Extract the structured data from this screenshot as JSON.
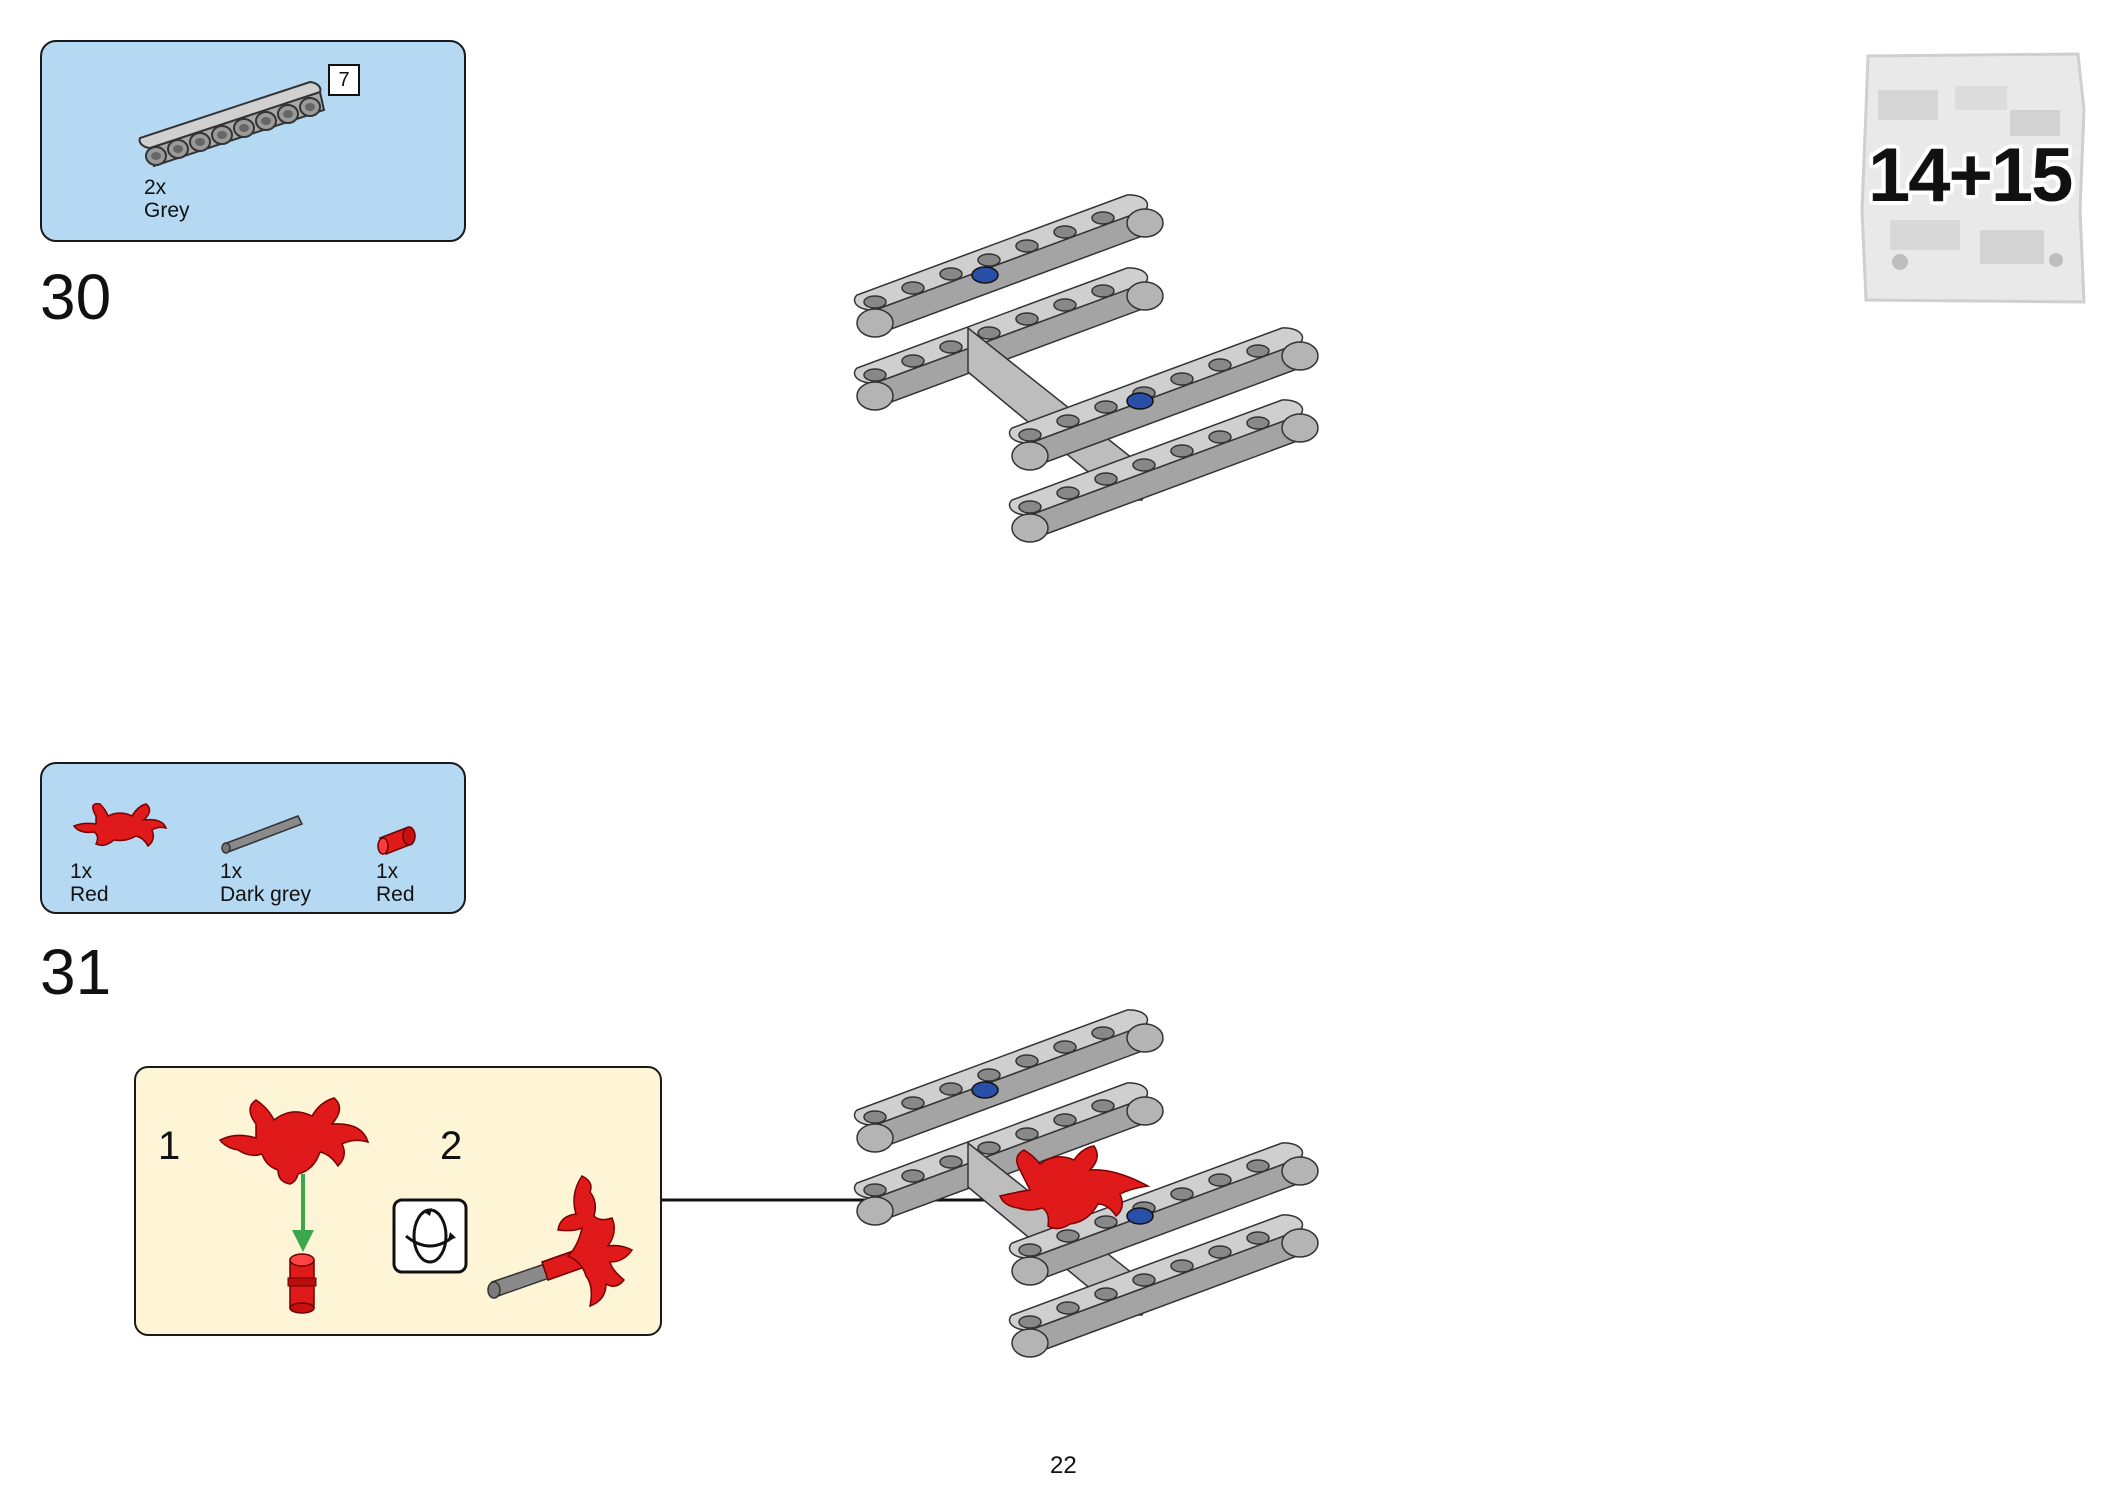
{
  "page_number": "22",
  "bag": {
    "label": "14+15"
  },
  "steps": [
    {
      "number": "30",
      "length_badge": "7",
      "parts": [
        {
          "qty": "2x",
          "color": "Grey"
        }
      ]
    },
    {
      "number": "31",
      "parts": [
        {
          "qty": "1x",
          "color": "Red"
        },
        {
          "qty": "1x",
          "color": "Dark grey"
        },
        {
          "qty": "1x",
          "color": "Red"
        }
      ],
      "subassembly": {
        "steps": [
          "1",
          "2"
        ]
      }
    }
  ],
  "icons": [
    "beam-icon",
    "crab-icon",
    "axle-icon",
    "pin-icon",
    "rotate-icon",
    "arrow-icon",
    "bag-icon"
  ],
  "colors": {
    "parts_box": "#b5d8f3",
    "subassembly_box": "#fdf5d6",
    "brick_grey": "#c2c2c2",
    "brick_red": "#e31b1b",
    "dark_grey": "#8a8a8a",
    "arrow_green": "#3aa84a"
  }
}
